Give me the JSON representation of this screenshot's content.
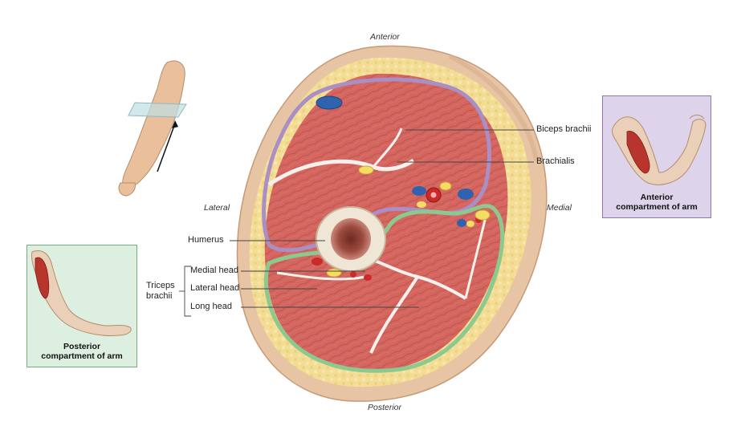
{
  "orientation": {
    "anterior": "Anterior",
    "posterior": "Posterior",
    "lateral": "Lateral",
    "medial": "Medial"
  },
  "labels": {
    "biceps": "Biceps brachii",
    "brachialis": "Brachialis",
    "humerus": "Humerus",
    "medial_head": "Medial head",
    "lateral_head": "Lateral head",
    "long_head": "Long  head",
    "triceps_line1": "Triceps",
    "triceps_line2": "brachii"
  },
  "anterior_inset": {
    "caption_line1": "Anterior",
    "caption_line2": "compartment of arm"
  },
  "posterior_inset": {
    "caption_line1": "Posterior",
    "caption_line2": "compartment of arm"
  },
  "colors": {
    "skin": "#e7c4a3",
    "fat": "#f3dc93",
    "muscle": "#d4665f",
    "anterior_compartment": "#a98fc4",
    "posterior_compartment": "#8cc98f",
    "fascia": "#f4f1ec",
    "vein": "#2f63b0",
    "artery": "#cc2a2a",
    "nerve": "#f5dc62",
    "bone_marrow": "#8a3f35"
  }
}
